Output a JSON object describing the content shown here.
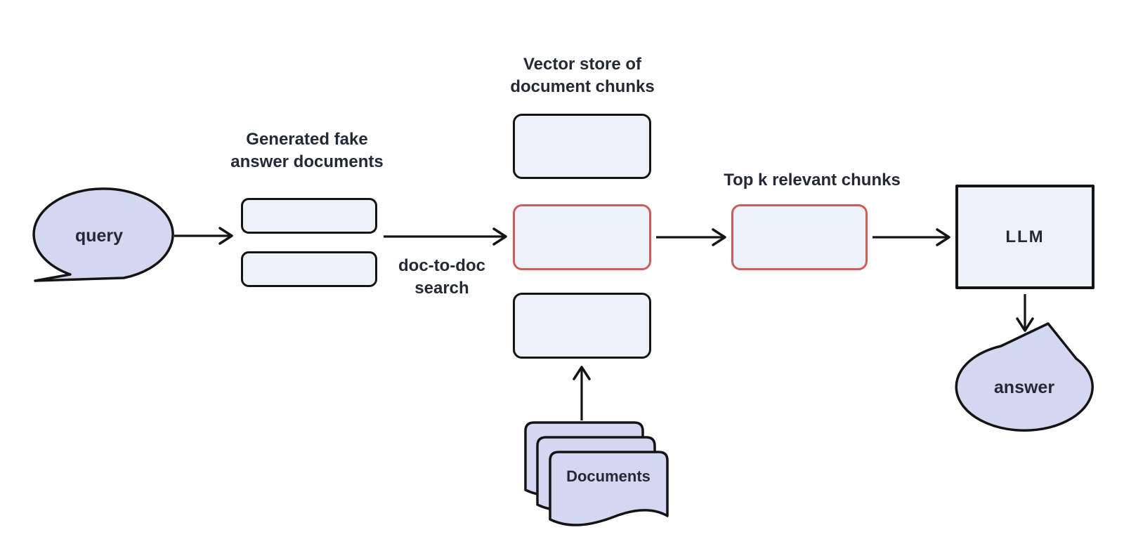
{
  "diagram": {
    "type": "flowchart",
    "colors": {
      "outline": "#141414",
      "box_fill": "#edf1fa",
      "bubble_fill": "#d3d8f0",
      "highlight_border": "#cd5c5c",
      "text": "#242936",
      "background": "#ffffff"
    },
    "nodes": {
      "query": {
        "label": "query"
      },
      "generated_fake_docs": {
        "label_line1": "Generated fake",
        "label_line2": "answer documents"
      },
      "vector_store": {
        "label_line1": "Vector store of",
        "label_line2": "document chunks"
      },
      "top_k": {
        "label": "Top k relevant chunks"
      },
      "llm": {
        "label": "LLM"
      },
      "answer": {
        "label": "answer"
      },
      "documents": {
        "label": "Documents"
      }
    },
    "edges": {
      "doc_to_doc_search": {
        "label_line1": "doc-to-doc",
        "label_line2": "search"
      }
    }
  }
}
